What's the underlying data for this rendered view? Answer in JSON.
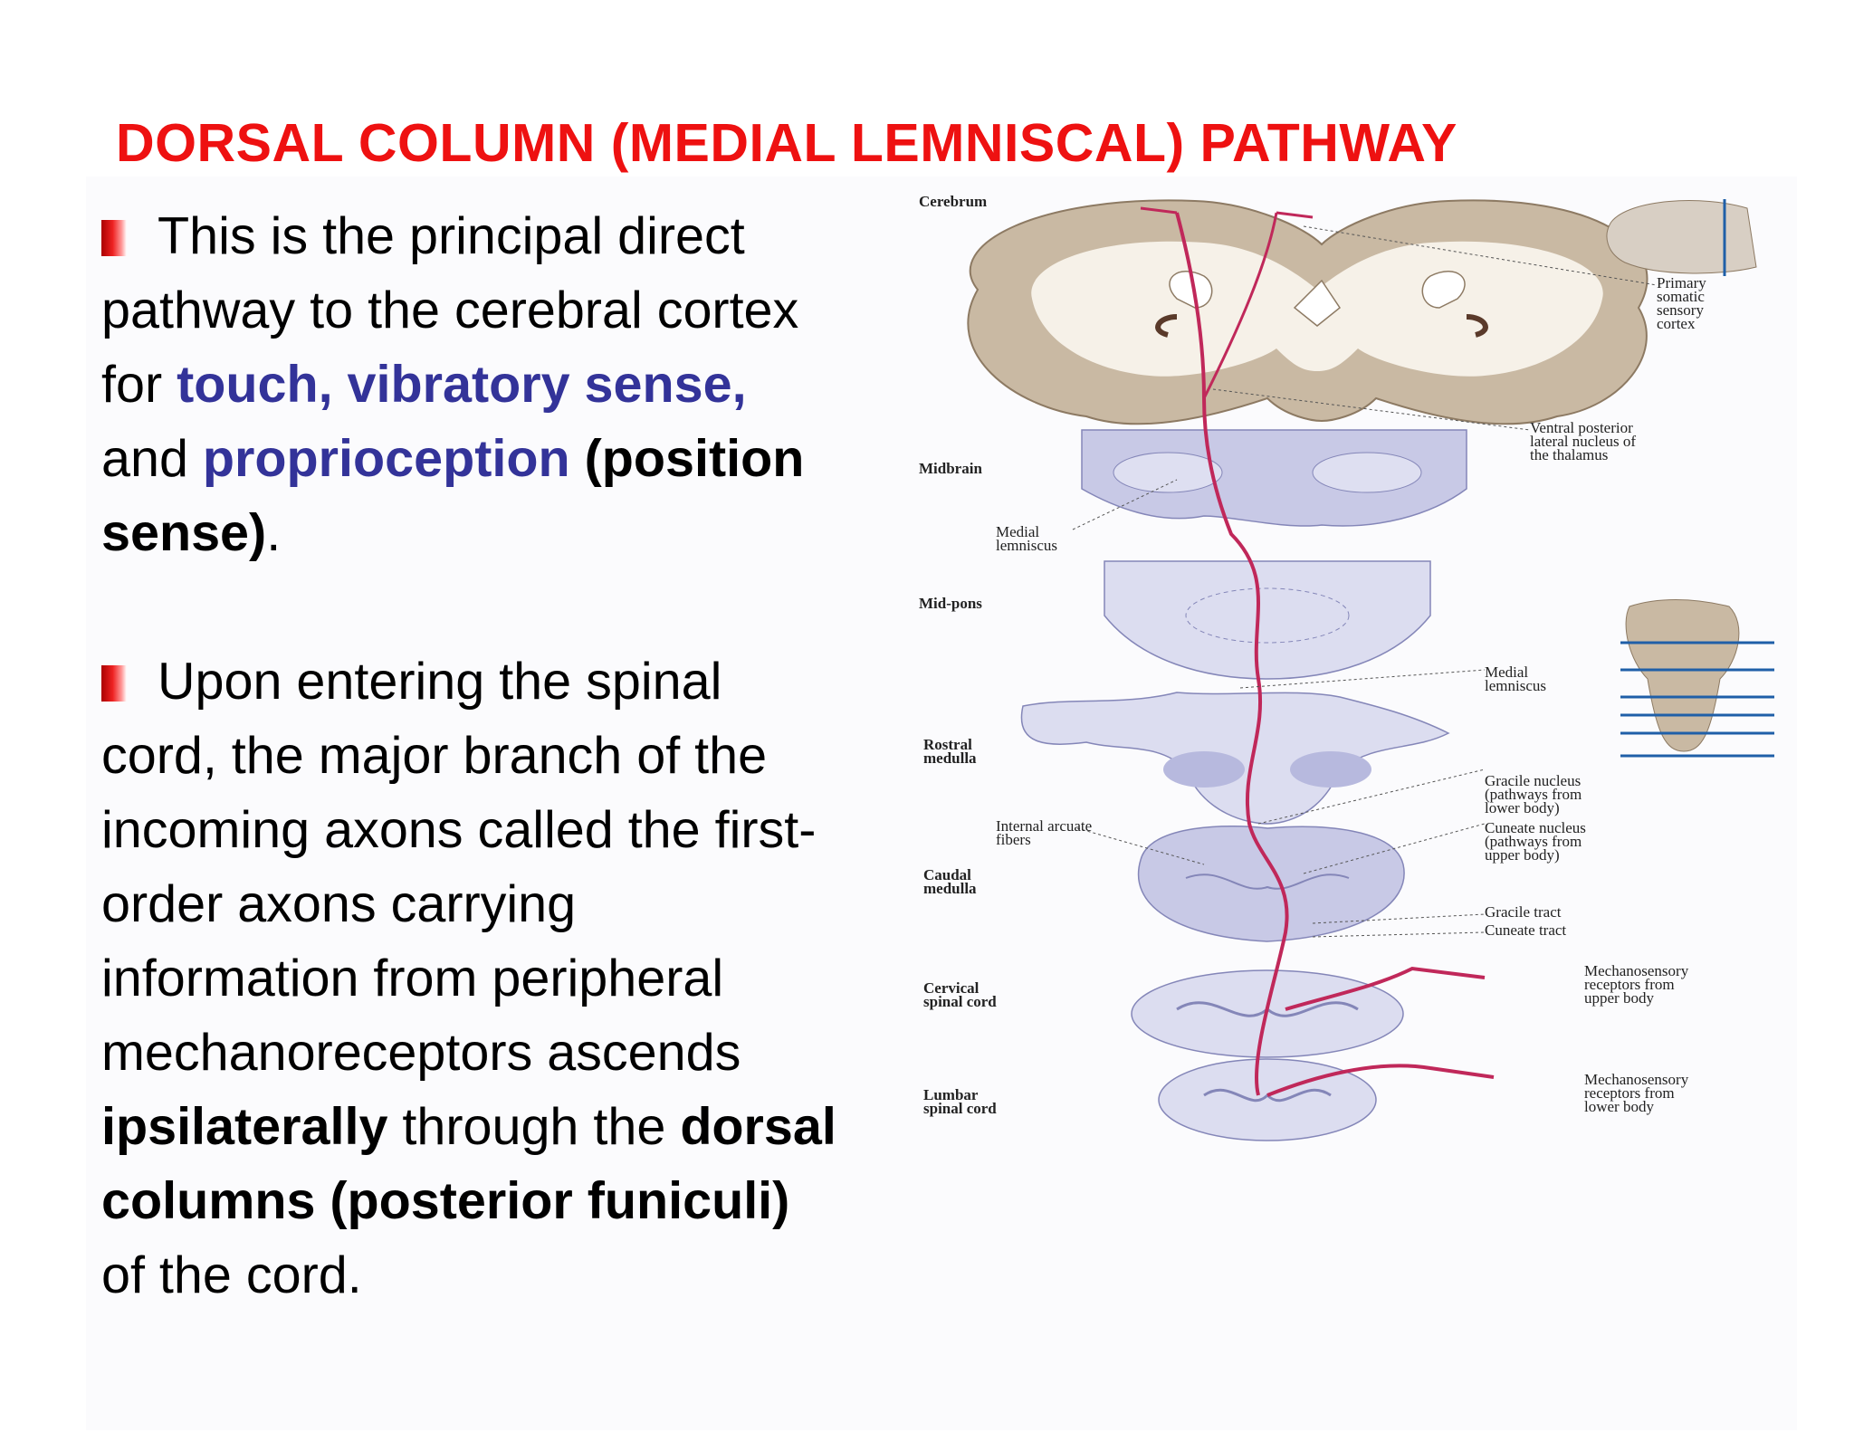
{
  "title": "DORSAL COLUMN (MEDIAL LEMNISCAL) PATHWAY",
  "bullets": [
    {
      "intro": "This is the principal direct pathway to the cerebral cortex for ",
      "touch": "touch, vibratory sense,",
      "and": " and ",
      "proprioception": "proprioception",
      "space": " ",
      "position": "(position sense)",
      "end": "."
    },
    {
      "intro": "Upon entering the spinal cord, the major branch of the incoming axons called the first-order axons carrying information from peripheral mechanoreceptors ascends ",
      "ipsilaterally": "ipsilaterally",
      "through": " through the ",
      "dorsal": "dorsal columns (posterior funiculi)",
      "end": " of the cord."
    }
  ],
  "diagram": {
    "levels": {
      "cerebrum": "Cerebrum",
      "midbrain": "Midbrain",
      "midpons": "Mid-pons",
      "rostral_1": "Rostral",
      "rostral_2": "medulla",
      "caudal_1": "Caudal",
      "caudal_2": "medulla",
      "cervical_1": "Cervical",
      "cervical_2": "spinal cord",
      "lumbar_1": "Lumbar",
      "lumbar_2": "spinal cord"
    },
    "labels": {
      "primary_1": "Primary",
      "primary_2": "somatic",
      "primary_3": "sensory",
      "primary_4": "cortex",
      "vpl_1": "Ventral posterior",
      "vpl_2": "lateral nucleus of",
      "vpl_3": "the thalamus",
      "ml_left_1": "Medial",
      "ml_left_2": "lemniscus",
      "ml_right_1": "Medial",
      "ml_right_2": "lemniscus",
      "iaf_1": "Internal arcuate",
      "iaf_2": "fibers",
      "gracile_nuc_1": "Gracile nucleus",
      "gracile_nuc_2": "(pathways from",
      "gracile_nuc_3": "lower body)",
      "cuneate_nuc_1": "Cuneate nucleus",
      "cuneate_nuc_2": "(pathways from",
      "cuneate_nuc_3": "upper body)",
      "gracile_tract": "Gracile tract",
      "cuneate_tract": "Cuneate tract",
      "mech_upper_1": "Mechanosensory",
      "mech_upper_2": "receptors from",
      "mech_upper_3": "upper body",
      "mech_lower_1": "Mechanosensory",
      "mech_lower_2": "receptors from",
      "mech_lower_3": "lower body"
    },
    "colors": {
      "tissue": "#c9b9a3",
      "white_matter": "#f6f1e8",
      "stained_section": "#c8c9e6",
      "pathway": "#c0285a",
      "level_lines": "#1f5fa8"
    }
  }
}
